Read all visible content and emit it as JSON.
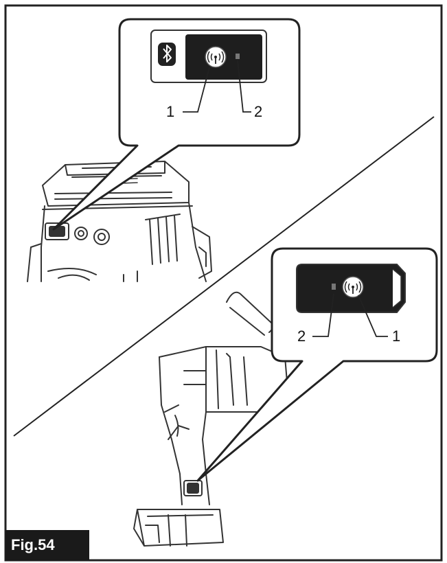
{
  "figure": {
    "label": "Fig.54",
    "callouts": {
      "top": {
        "left": "1",
        "right": "2"
      },
      "bottom": {
        "left": "2",
        "right": "1"
      }
    }
  }
}
